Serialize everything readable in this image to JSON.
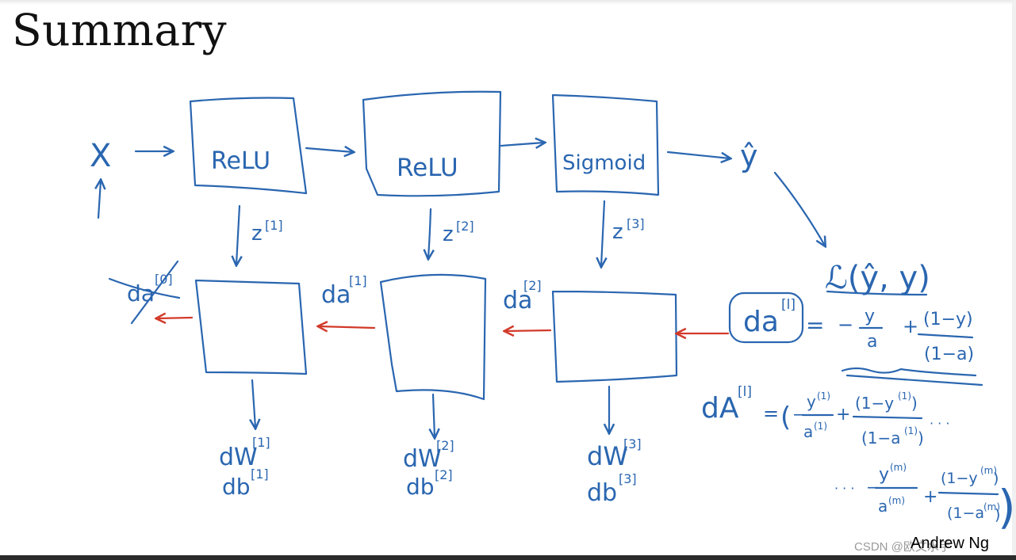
{
  "slide": {
    "title": "Summary",
    "credit": "Andrew Ng",
    "watermark": "CSDN @欧文水手"
  },
  "colors": {
    "ink": "#2a66b0",
    "backward_arrow": "#d23a2a",
    "title": "#111111"
  },
  "diagram": {
    "input": {
      "x": "X"
    },
    "forward_blocks": [
      {
        "label": "ReLU"
      },
      {
        "label": "ReLU"
      },
      {
        "label": "Sigmoid"
      }
    ],
    "output": {
      "y_hat": "ŷ"
    },
    "loss": {
      "label": "ℒ(ŷ, y)"
    },
    "z_cache": [
      {
        "label": "z",
        "sup": "[1]"
      },
      {
        "label": "z",
        "sup": "[2]"
      },
      {
        "label": "z",
        "sup": "[3]"
      }
    ],
    "backward_inputs": [
      {
        "label": "da",
        "sup": "[0]"
      },
      {
        "label": "da",
        "sup": "[1]"
      },
      {
        "label": "da",
        "sup": "[2]"
      }
    ],
    "da_last": {
      "label": "da",
      "sup": "[l]"
    },
    "grads": [
      {
        "dw": "dW",
        "dw_sup": "[1]",
        "db": "db",
        "db_sup": "[1]"
      },
      {
        "dw": "dW",
        "dw_sup": "[2]",
        "db": "db",
        "db_sup": "[2]"
      },
      {
        "dw": "dW",
        "dw_sup": "[3]",
        "db": "db",
        "db_sup": "[3]"
      }
    ],
    "formula_da": {
      "eq": "=",
      "sign1": "−",
      "t1_num": "y",
      "t1_den": "a",
      "sign2": "+",
      "t2_num": "(1−y)",
      "t2_den": "(1−a)"
    },
    "formula_dA": {
      "lhs": "dA",
      "lhs_sup": "[l]",
      "eq": "=",
      "open": "(",
      "sign1": "−",
      "t1_num": "y",
      "t1_num_sup": "(1)",
      "t1_den": "a",
      "t1_den_sup": "(1)",
      "sign2": "+",
      "t2_num": "(1−y",
      "t2_num_sup": "(1)",
      "t2_num_close": ")",
      "t2_den": "(1−a",
      "t2_den_sup": "(1)",
      "t2_den_close": ")",
      "dots": "· · ·",
      "line2_dots": "· · ·",
      "sign3": "−",
      "t3_num": "y",
      "t3_num_sup": "(m)",
      "t3_den": "a",
      "t3_den_sup": "(m)",
      "sign4": "+",
      "t4_num": "(1−y",
      "t4_num_sup": "(m)",
      "t4_num_close": ")",
      "t4_den": "(1−a",
      "t4_den_sup": "(m)",
      "t4_den_close": ")",
      "close": ")"
    }
  }
}
